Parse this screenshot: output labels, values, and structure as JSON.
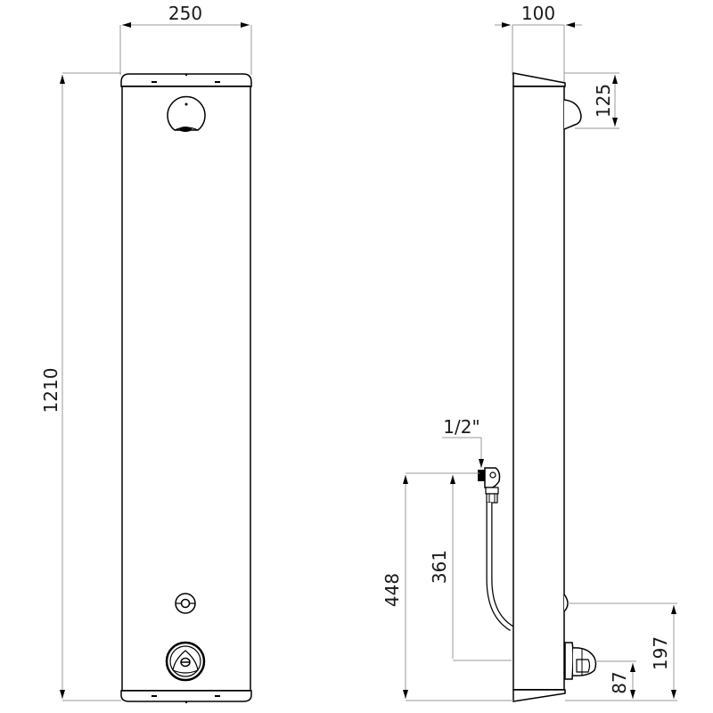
{
  "drawing": {
    "front_view": {
      "width_dim": "250",
      "height_dim": "1210"
    },
    "side_view": {
      "depth_dim": "100",
      "showerhead_dim": "125",
      "inlet_label": "1/2\"",
      "inlet_height_dim": "448",
      "hose_dim": "361",
      "valve_height_dim": "197",
      "outlet_height_dim": "87"
    }
  }
}
